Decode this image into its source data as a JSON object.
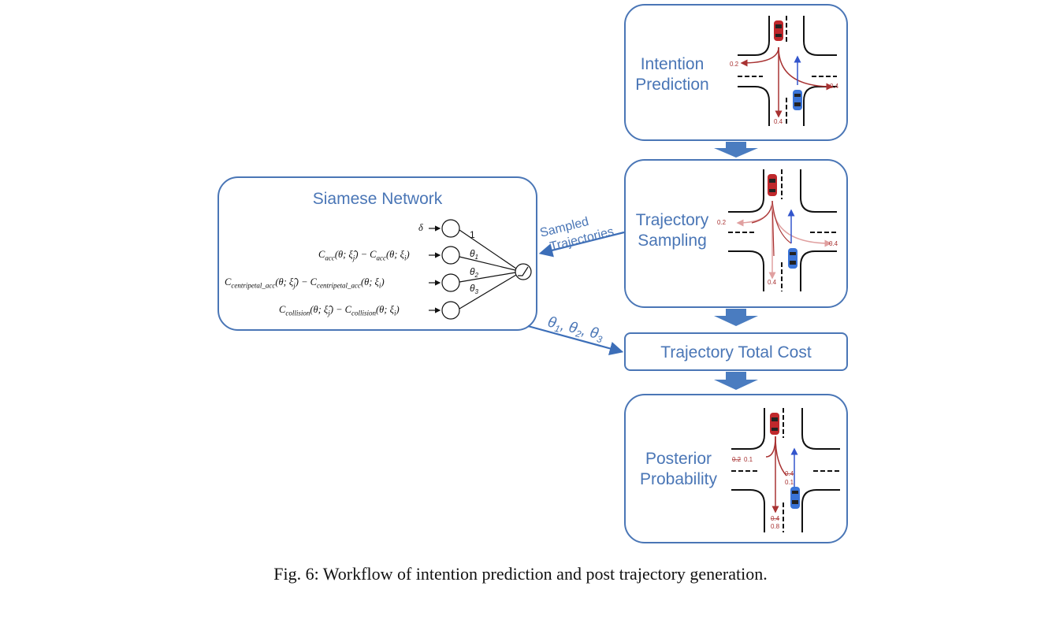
{
  "siamese": {
    "title": "Siamese Network",
    "inputs": [
      {
        "text": "δ",
        "weight": "1"
      },
      {
        "text": "C_acc(θ; ξ̂_j) − C_acc(θ; ξ_i)",
        "weight": "θ1"
      },
      {
        "text": "C_centripetal_acc(θ; ξ̂_j) − C_centripetal_acc(θ; ξ_i)",
        "weight": "θ2"
      },
      {
        "text": "C_collision(θ; ξ̂_j) − C_collision(θ; ξ_i)",
        "weight": "θ3"
      }
    ]
  },
  "boxes": {
    "intention": {
      "line1": "Intention",
      "line2": "Prediction"
    },
    "sampling": {
      "line1": "Trajectory",
      "line2": "Sampling"
    },
    "total_cost": "Trajectory Total Cost",
    "posterior": {
      "line1": "Posterior",
      "line2": "Probability"
    }
  },
  "arrows": {
    "sampled_line1": "Sampled",
    "sampled_line2": "Trajectories",
    "thetas": "θ1, θ2, θ3"
  },
  "probabilities": {
    "intention": {
      "left": "0.2",
      "right": "0.4",
      "straight": "0.4"
    },
    "sampling": {
      "left": "0.2",
      "right": "0.4",
      "straight": "0.4"
    },
    "posterior": {
      "left_old": "0.2",
      "left_new": "0.1",
      "right_old": "0.4",
      "right_new": "0.1",
      "straight_old": "0.4",
      "straight_new": "0.8"
    }
  },
  "caption": "Fig. 6: Workflow of intention prediction and post trajectory generation.",
  "colors": {
    "accent": "#4a76b6",
    "red_car": "#c0282c",
    "blue_car": "#3a74d8",
    "trajectory": "#a83232"
  }
}
